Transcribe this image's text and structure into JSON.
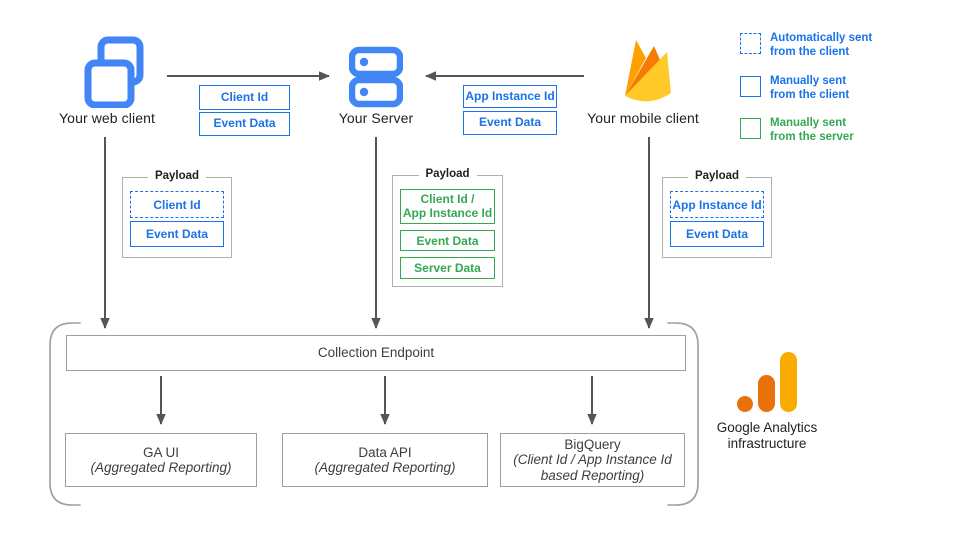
{
  "palette": {
    "blue": "#1a73e8",
    "icon_blue": "#4285f4",
    "green": "#34a853",
    "box_gray": "#9e9e9e",
    "arrow_gray": "#555555",
    "firebase_amber": "#FFCA28",
    "firebase_orange": "#FFA000",
    "firebase_deep_orange": "#F57C00",
    "ga_logo_orange": "#E8710A",
    "ga_logo_amber": "#F9AB00"
  },
  "clients": {
    "web": {
      "label": "Your web client",
      "icon": "overlapping-browser-windows-icon"
    },
    "server": {
      "label": "Your Server",
      "icon": "server-stack-icon"
    },
    "mobile": {
      "label": "Your mobile client",
      "icon": "firebase-flame-icon"
    }
  },
  "param_groups": {
    "web_to_server": {
      "items": [
        {
          "label": "Client Id",
          "style": "solid-blue"
        },
        {
          "label": "Event Data",
          "style": "solid-blue"
        }
      ]
    },
    "mobile_to_server": {
      "items": [
        {
          "label": "App Instance Id",
          "style": "solid-blue"
        },
        {
          "label": "Event Data",
          "style": "solid-blue"
        }
      ]
    }
  },
  "legend": {
    "items": [
      {
        "style": "dashed-blue",
        "label": "Automatically sent\nfrom the client"
      },
      {
        "style": "solid-blue",
        "label": "Manually sent\nfrom the client"
      },
      {
        "style": "solid-green",
        "label": "Manually sent\nfrom the server"
      }
    ]
  },
  "payloads": {
    "web": {
      "title": "Payload",
      "items": [
        {
          "label": "Client Id",
          "style": "dashed-blue"
        },
        {
          "label": "Event Data",
          "style": "solid-blue"
        }
      ]
    },
    "server": {
      "title": "Payload",
      "items": [
        {
          "label": "Client Id /\nApp Instance Id",
          "style": "solid-green"
        },
        {
          "label": "Event Data",
          "style": "solid-green"
        },
        {
          "label": "Server Data",
          "style": "solid-green"
        }
      ]
    },
    "mobile": {
      "title": "Payload",
      "items": [
        {
          "label": "App Instance Id",
          "style": "dashed-blue"
        },
        {
          "label": "Event Data",
          "style": "solid-blue"
        }
      ]
    }
  },
  "infrastructure": {
    "endpoint_label": "Collection Endpoint",
    "outputs": [
      {
        "title": "GA UI",
        "subtitle": "(Aggregated Reporting)"
      },
      {
        "title": "Data API",
        "subtitle": "(Aggregated Reporting)"
      },
      {
        "title": "BigQuery",
        "subtitle": "(Client Id / App Instance Id\nbased Reporting)"
      }
    ],
    "brand_label": "Google Analytics\ninfrastructure"
  }
}
